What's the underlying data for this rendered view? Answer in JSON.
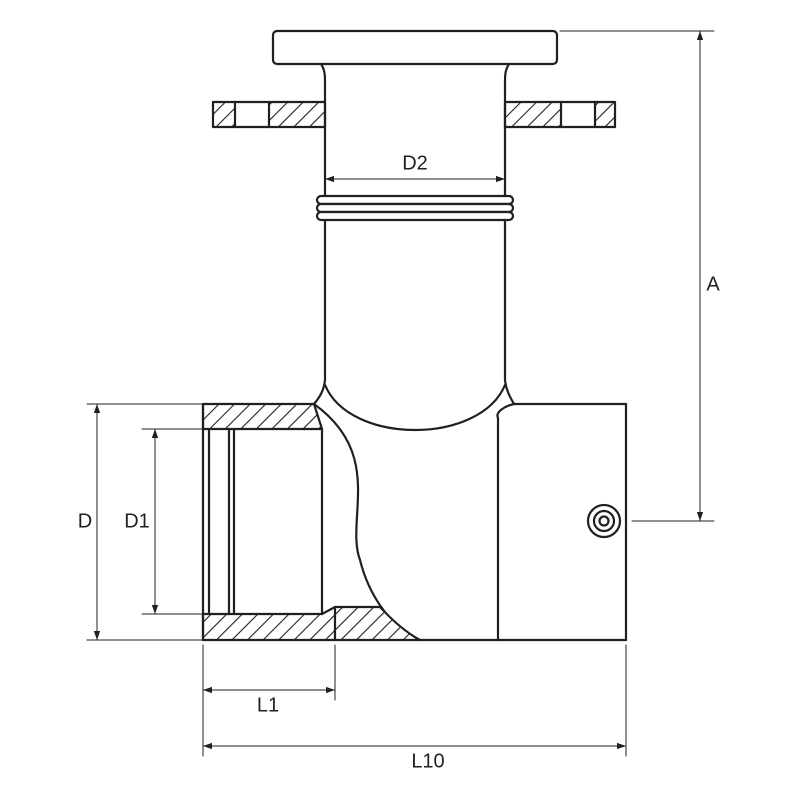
{
  "diagram": {
    "line_color": "#231f20",
    "background": "#ffffff",
    "hatch": "diagonal",
    "dimension_labels": {
      "overall_height": "A",
      "outlet_diameter": "D2",
      "outer_diameter": "D",
      "inner_diameter": "D1",
      "socket_length": "L1",
      "overall_length": "L10"
    },
    "parts": [
      "top-flange",
      "loose-flange",
      "outlet-pipe",
      "pipe-ring",
      "tee-body",
      "socket",
      "indicator-pin"
    ]
  }
}
